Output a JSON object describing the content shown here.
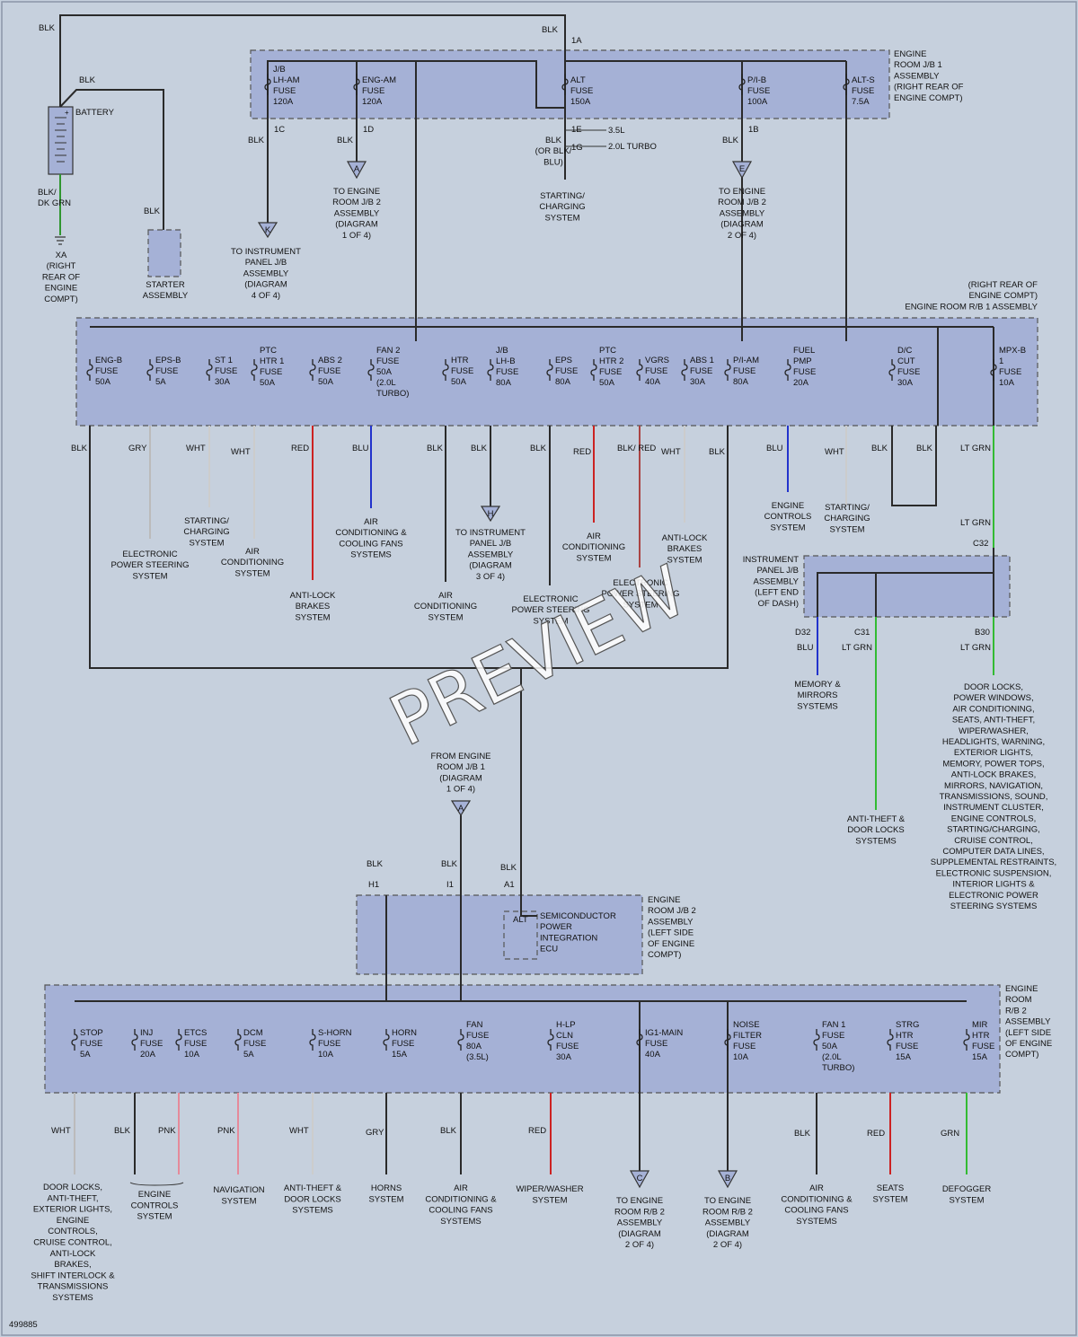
{
  "watermark": "PREVIEW",
  "doc_id": "499885",
  "colors": {
    "background": "#c6d0dd",
    "box_fill": "#a5b1d6",
    "red": "#cc2222",
    "blue": "#2233cc",
    "green": "#33bb33",
    "gray": "#bbbbbb",
    "pink": "#e58a9a"
  },
  "top": {
    "blk_left": "BLK",
    "blk_right": "BLK",
    "conn_1a": "1A",
    "blk_batt": "BLK",
    "battery": "BATTERY",
    "blk_dkgrn": [
      "BLK/",
      "DK GRN"
    ],
    "xa": [
      "XA",
      "(RIGHT",
      "REAR OF",
      "ENGINE",
      "COMPT)"
    ],
    "blk_starter": "BLK",
    "starter": [
      "STARTER",
      "ASSEMBLY"
    ],
    "jb1_title": [
      "ENGINE",
      "ROOM J/B 1",
      "ASSEMBLY",
      "(RIGHT REAR OF",
      "ENGINE COMPT)"
    ],
    "fuses": [
      {
        "lines": [
          "J/B",
          "LH-AM",
          "FUSE",
          "120A"
        ]
      },
      {
        "lines": [
          "ENG-AM",
          "FUSE",
          "120A"
        ]
      },
      {
        "lines": [
          "ALT",
          "FUSE",
          "150A"
        ]
      },
      {
        "lines": [
          "P/I-B",
          "FUSE",
          "100A"
        ]
      },
      {
        "lines": [
          "ALT-S",
          "FUSE",
          "7.5A"
        ]
      }
    ],
    "conn_1c": "1C",
    "conn_1d": "1D",
    "conn_1e": "1E",
    "conn_1g": "1G",
    "conn_1b": "1B",
    "blk_1c": "BLK",
    "blk_1d": "BLK",
    "blk_1b": "BLK",
    "blk_alt": [
      "BLK",
      "(OR BLK/",
      "BLU)"
    ],
    "v35": "3.5L",
    "v20": "2.0L TURBO",
    "to_ip": [
      "TO INSTRUMENT",
      "PANEL J/B",
      "ASSEMBLY",
      "(DIAGRAM",
      "4 OF 4)"
    ],
    "to_jb2a": [
      "TO ENGINE",
      "ROOM J/B 2",
      "ASSEMBLY",
      "(DIAGRAM",
      "1 OF 4)"
    ],
    "starting": [
      "STARTING/",
      "CHARGING",
      "SYSTEM"
    ],
    "to_jb2c": [
      "TO ENGINE",
      "ROOM J/B 2",
      "ASSEMBLY",
      "(DIAGRAM",
      "2 OF 4)"
    ],
    "tri_k": "K",
    "tri_a": "A",
    "tri_e": "E"
  },
  "rb1": {
    "title": [
      "(RIGHT REAR OF",
      "ENGINE COMPT)",
      "ENGINE ROOM R/B 1 ASSEMBLY"
    ],
    "fuses": [
      {
        "lines": [
          "ENG-B",
          "FUSE",
          "50A"
        ]
      },
      {
        "lines": [
          "EPS-B",
          "FUSE",
          "5A"
        ]
      },
      {
        "lines": [
          "ST 1",
          "FUSE",
          "30A"
        ]
      },
      {
        "lines": [
          "PTC",
          "HTR 1",
          "FUSE",
          "50A"
        ]
      },
      {
        "lines": [
          "ABS 2",
          "FUSE",
          "50A"
        ]
      },
      {
        "lines": [
          "FAN 2",
          "FUSE",
          "50A",
          "(2.0L",
          "TURBO)"
        ]
      },
      {
        "lines": [
          "HTR",
          "FUSE",
          "50A"
        ]
      },
      {
        "lines": [
          "J/B",
          "LH-B",
          "FUSE",
          "80A"
        ]
      },
      {
        "lines": [
          "EPS",
          "FUSE",
          "80A"
        ]
      },
      {
        "lines": [
          "PTC",
          "HTR 2",
          "FUSE",
          "50A"
        ]
      },
      {
        "lines": [
          "VGRS",
          "FUSE",
          "40A"
        ]
      },
      {
        "lines": [
          "ABS 1",
          "FUSE",
          "30A"
        ]
      },
      {
        "lines": [
          "P/I-AM",
          "FUSE",
          "80A"
        ]
      },
      {
        "lines": [
          "FUEL",
          "PMP",
          "FUSE",
          "20A"
        ]
      },
      {
        "lines": [
          "D/C",
          "CUT",
          "FUSE",
          "30A"
        ]
      },
      {
        "lines": [
          "MPX-B",
          "1",
          "FUSE",
          "10A"
        ]
      }
    ],
    "wires": [
      "BLK",
      "GRY",
      "WHT",
      "WHT",
      "RED",
      "BLU",
      "BLK",
      "BLK",
      "BLK",
      "RED",
      "BLK/ RED",
      "WHT",
      "BLK",
      "BLU",
      "WHT",
      "BLK",
      "BLK",
      "LT GRN"
    ],
    "eps": [
      "ELECTRONIC",
      "POWER STEERING",
      "SYSTEM"
    ],
    "st": [
      "STARTING/",
      "CHARGING",
      "SYSTEM"
    ],
    "ac1": [
      "AIR",
      "CONDITIONING",
      "SYSTEM"
    ],
    "abs": [
      "ANTI-LOCK",
      "BRAKES",
      "SYSTEM"
    ],
    "fan": [
      "AIR",
      "CONDITIONING &",
      "COOLING FANS",
      "SYSTEMS"
    ],
    "ac2": [
      "AIR",
      "CONDITIONING",
      "SYSTEM"
    ],
    "to_ip_h": [
      "TO INSTRUMENT",
      "PANEL J/B",
      "ASSEMBLY",
      "(DIAGRAM",
      "3 OF 4)"
    ],
    "eps2": [
      "ELECTRONIC",
      "POWER STEERING",
      "SYSTEM"
    ],
    "ac3": [
      "AIR",
      "CONDITIONING",
      "SYSTEM"
    ],
    "eps3": [
      "ELECTRONIC",
      "POWER STEERING",
      "SYSTEM"
    ],
    "abs2": [
      "ANTI-LOCK",
      "BRAKES",
      "SYSTEM"
    ],
    "eng": [
      "ENGINE",
      "CONTROLS",
      "SYSTEM"
    ],
    "st2": [
      "STARTING/",
      "CHARGING",
      "SYSTEM"
    ],
    "tri_h": "H"
  },
  "ipjb": {
    "title": [
      "INSTRUMENT",
      "PANEL J/B",
      "ASSEMBLY",
      "(LEFT END",
      "OF DASH)"
    ],
    "ltgrn": "LT GRN",
    "c32": "C32",
    "d32": "D32",
    "c31": "C31",
    "b30": "B30",
    "blu": "BLU",
    "ltgrn2": "LT GRN",
    "ltgrn3": "LT GRN",
    "memory": [
      "MEMORY &",
      "MIRRORS",
      "SYSTEMS"
    ],
    "antitheft": [
      "ANTI-THEFT &",
      "DOOR LOCKS",
      "SYSTEMS"
    ],
    "doorlocks": [
      "DOOR LOCKS,",
      "POWER WINDOWS,",
      "AIR CONDITIONING,",
      "SEATS, ANTI-THEFT,",
      "WIPER/WASHER,",
      "HEADLIGHTS, WARNING,",
      "EXTERIOR LIGHTS,",
      "MEMORY, POWER TOPS,",
      "ANTI-LOCK BRAKES,",
      "MIRRORS, NAVIGATION,",
      "TRANSMISSIONS, SOUND,",
      "INSTRUMENT CLUSTER,",
      "ENGINE CONTROLS,",
      "STARTING/CHARGING,",
      "CRUISE CONTROL,",
      "COMPUTER DATA LINES,",
      "SUPPLEMENTAL RESTRAINTS,",
      "ELECTRONIC SUSPENSION,",
      "INTERIOR LIGHTS &",
      "ELECTRONIC POWER",
      "STEERING SYSTEMS"
    ]
  },
  "jb2": {
    "from": [
      "FROM ENGINE",
      "ROOM J/B 1",
      "(DIAGRAM",
      "1 OF 4)"
    ],
    "tri_a": "A",
    "blk1": "BLK",
    "blk2": "BLK",
    "blk3": "BLK",
    "h1": "H1",
    "i1": "I1",
    "a1": "A1",
    "alt": "ALT",
    "ecu": [
      "SEMICONDUCTOR",
      "POWER",
      "INTEGRATION",
      "ECU"
    ],
    "title": [
      "ENGINE",
      "ROOM J/B 2",
      "ASSEMBLY",
      "(LEFT SIDE",
      "OF ENGINE",
      "COMPT)"
    ]
  },
  "rb2": {
    "title": [
      "ENGINE",
      "ROOM",
      "R/B 2",
      "ASSEMBLY",
      "(LEFT SIDE",
      "OF ENGINE",
      "COMPT)"
    ],
    "fuses": [
      {
        "lines": [
          "STOP",
          "FUSE",
          "5A"
        ]
      },
      {
        "lines": [
          "INJ",
          "FUSE",
          "20A"
        ]
      },
      {
        "lines": [
          "ETCS",
          "FUSE",
          "10A"
        ]
      },
      {
        "lines": [
          "DCM",
          "FUSE",
          "5A"
        ]
      },
      {
        "lines": [
          "S-HORN",
          "FUSE",
          "10A"
        ]
      },
      {
        "lines": [
          "HORN",
          "FUSE",
          "15A"
        ]
      },
      {
        "lines": [
          "FAN",
          "FUSE",
          "80A",
          "(3.5L)"
        ]
      },
      {
        "lines": [
          "H-LP",
          "CLN",
          "FUSE",
          "30A"
        ]
      },
      {
        "lines": [
          "IG1-MAIN",
          "FUSE",
          "40A"
        ]
      },
      {
        "lines": [
          "NOISE",
          "FILTER",
          "FUSE",
          "10A"
        ]
      },
      {
        "lines": [
          "FAN 1",
          "FUSE",
          "50A",
          "(2.0L",
          "TURBO)"
        ]
      },
      {
        "lines": [
          "STRG",
          "HTR",
          "FUSE",
          "15A"
        ]
      },
      {
        "lines": [
          "MIR",
          "HTR",
          "FUSE",
          "15A"
        ]
      }
    ],
    "wires": [
      "WHT",
      "BLK",
      "PNK",
      "PNK",
      "WHT",
      "GRY",
      "BLK",
      "RED",
      "BLK",
      "RED",
      "GRN"
    ],
    "dests": [
      {
        "lines": [
          "DOOR LOCKS,",
          "ANTI-THEFT,",
          "EXTERIOR LIGHTS,",
          "ENGINE",
          "CONTROLS,",
          "CRUISE CONTROL,",
          "ANTI-LOCK",
          "BRAKES,",
          "SHIFT INTERLOCK &",
          "TRANSMISSIONS",
          "SYSTEMS"
        ]
      },
      {
        "lines": [
          "ENGINE",
          "CONTROLS",
          "SYSTEM"
        ]
      },
      {
        "lines": [
          "NAVIGATION",
          "SYSTEM"
        ]
      },
      {
        "lines": [
          "ANTI-THEFT &",
          "DOOR LOCKS",
          "SYSTEMS"
        ]
      },
      {
        "lines": [
          "HORNS",
          "SYSTEM"
        ]
      },
      {
        "lines": [
          "AIR",
          "CONDITIONING &",
          "COOLING FANS",
          "SYSTEMS"
        ]
      },
      {
        "lines": [
          "WIPER/WASHER",
          "SYSTEM"
        ]
      },
      {
        "lines": [
          "TO ENGINE",
          "ROOM R/B 2",
          "ASSEMBLY",
          "(DIAGRAM",
          "2 OF 4)"
        ]
      },
      {
        "lines": [
          "TO ENGINE",
          "ROOM R/B 2",
          "ASSEMBLY",
          "(DIAGRAM",
          "2 OF 4)"
        ]
      },
      {
        "lines": [
          "AIR",
          "CONDITIONING &",
          "COOLING FANS",
          "SYSTEMS"
        ]
      },
      {
        "lines": [
          "SEATS",
          "SYSTEM"
        ]
      },
      {
        "lines": [
          "DEFOGGER",
          "SYSTEM"
        ]
      }
    ],
    "tri_c": "C",
    "tri_b": "B"
  }
}
